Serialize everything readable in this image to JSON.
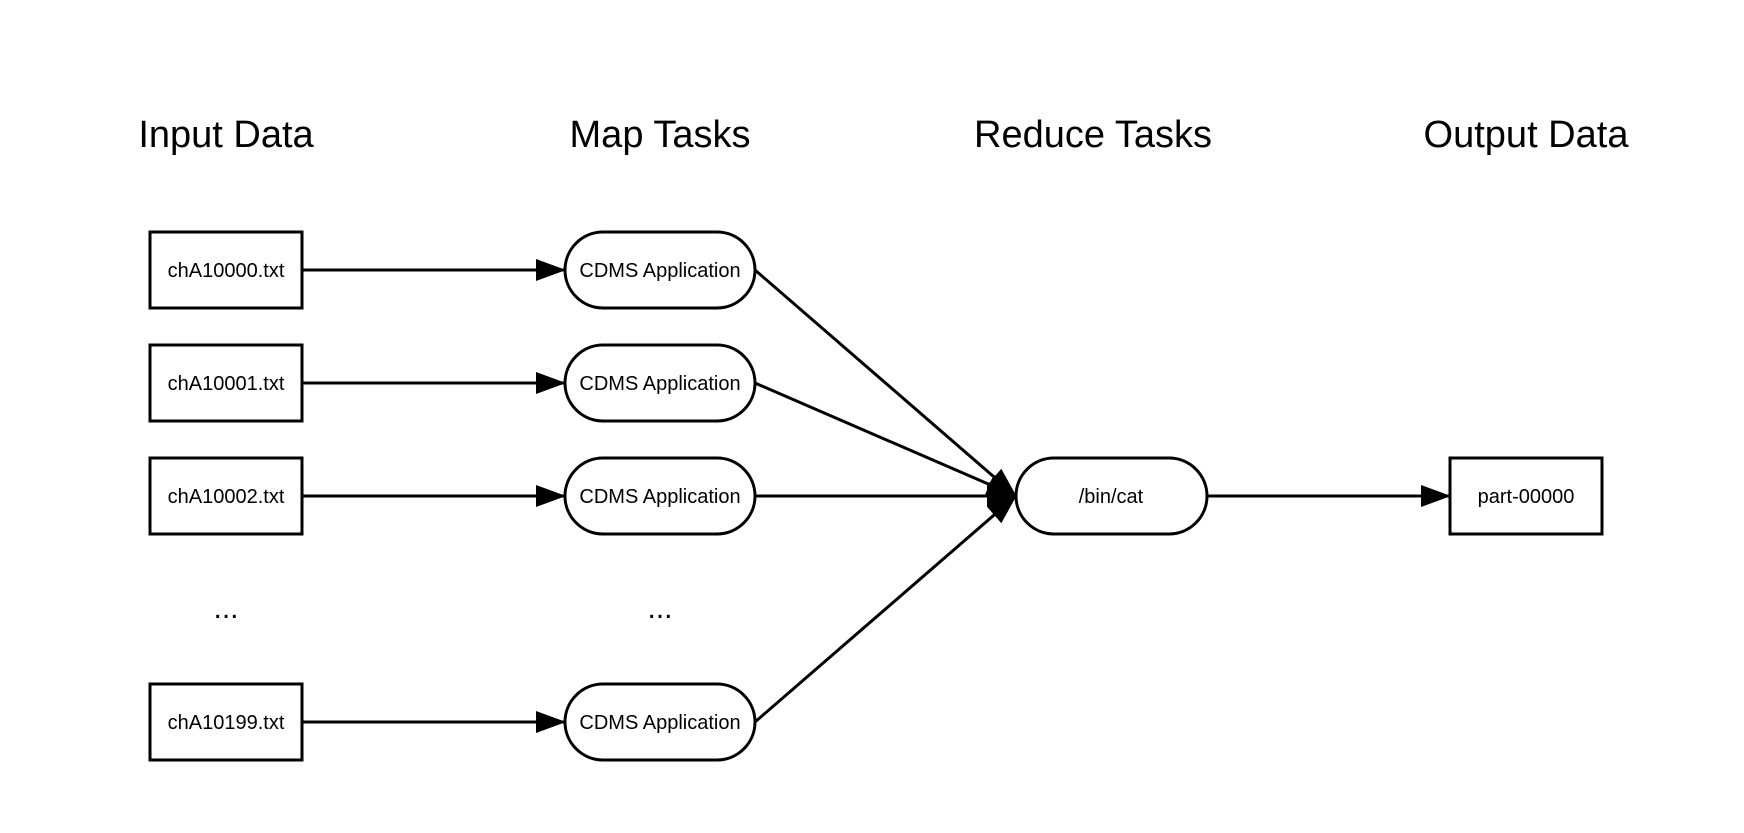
{
  "columns": {
    "input": "Input Data",
    "map": "Map Tasks",
    "reduce": "Reduce Tasks",
    "output": "Output Data"
  },
  "inputs": [
    "chA10000.txt",
    "chA10001.txt",
    "chA10002.txt",
    "chA10199.txt"
  ],
  "map_tasks": [
    "CDMS Application",
    "CDMS Application",
    "CDMS Application",
    "CDMS Application"
  ],
  "ellipsis": "...",
  "reducer": "/bin/cat",
  "output": "part-00000"
}
